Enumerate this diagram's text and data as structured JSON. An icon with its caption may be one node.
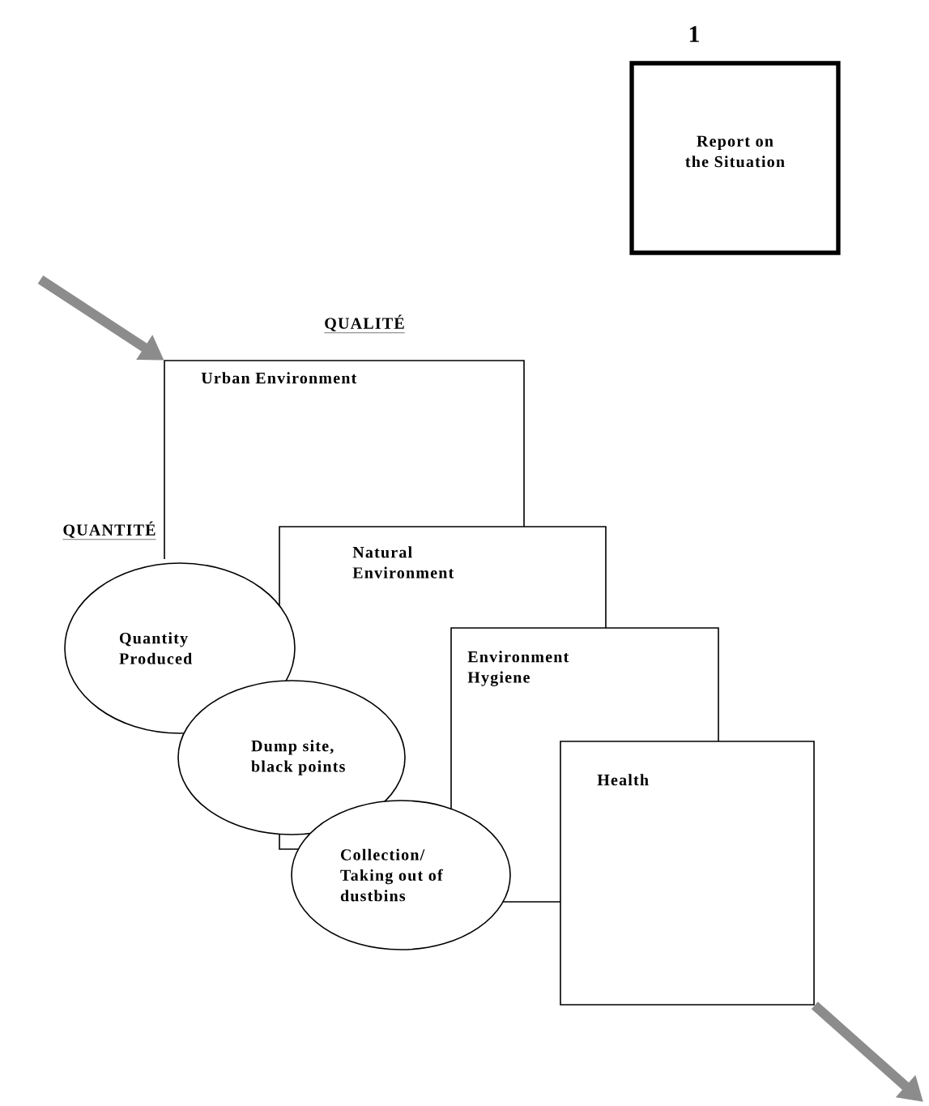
{
  "diagram": {
    "title": "1",
    "nodes": [
      {
        "text": [
          "Report on the Situation"
        ]
      },
      {
        "text": [
          "Urban Environment"
        ]
      },
      {
        "text": [
          "Natural Environment"
        ]
      },
      {
        "text": [
          "Environment Hygiene"
        ]
      },
      {
        "text": [
          "Health"
        ]
      },
      {
        "text": [
          "Quantity Produced"
        ]
      },
      {
        "text": [
          "Dump site, black points"
        ]
      },
      {
        "text": [
          "Collection/ Taking out of dustbins"
        ]
      }
    ],
    "edges": [
      {
        "from": null,
        "to": 1,
        "arrow": "to"
      },
      {
        "from": 4,
        "to": null,
        "arrow": "to"
      }
    ],
    "labels": [
      "QUALITÉ",
      "QUANTITÉ"
    ]
  }
}
